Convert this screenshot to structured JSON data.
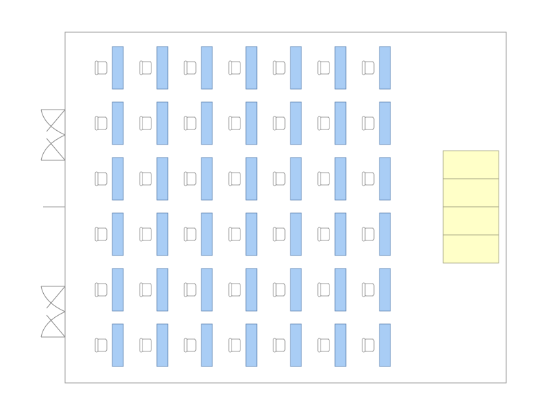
{
  "floorplan": {
    "desk_grid": {
      "rows": 6,
      "columns": 7,
      "seats_per_desk": 1,
      "chair_side": "left"
    },
    "stage_panels": 4,
    "door_count": 2,
    "colors": {
      "wall": "#9a9a9a",
      "desk_fill": "#a9cdf5",
      "desk_stroke": "#5b7fae",
      "chair_stroke": "#9c9c9c",
      "stage_fill": "#ffffc8",
      "stage_stroke": "#9e9e7e",
      "door_stroke": "#8d8d8d"
    }
  }
}
